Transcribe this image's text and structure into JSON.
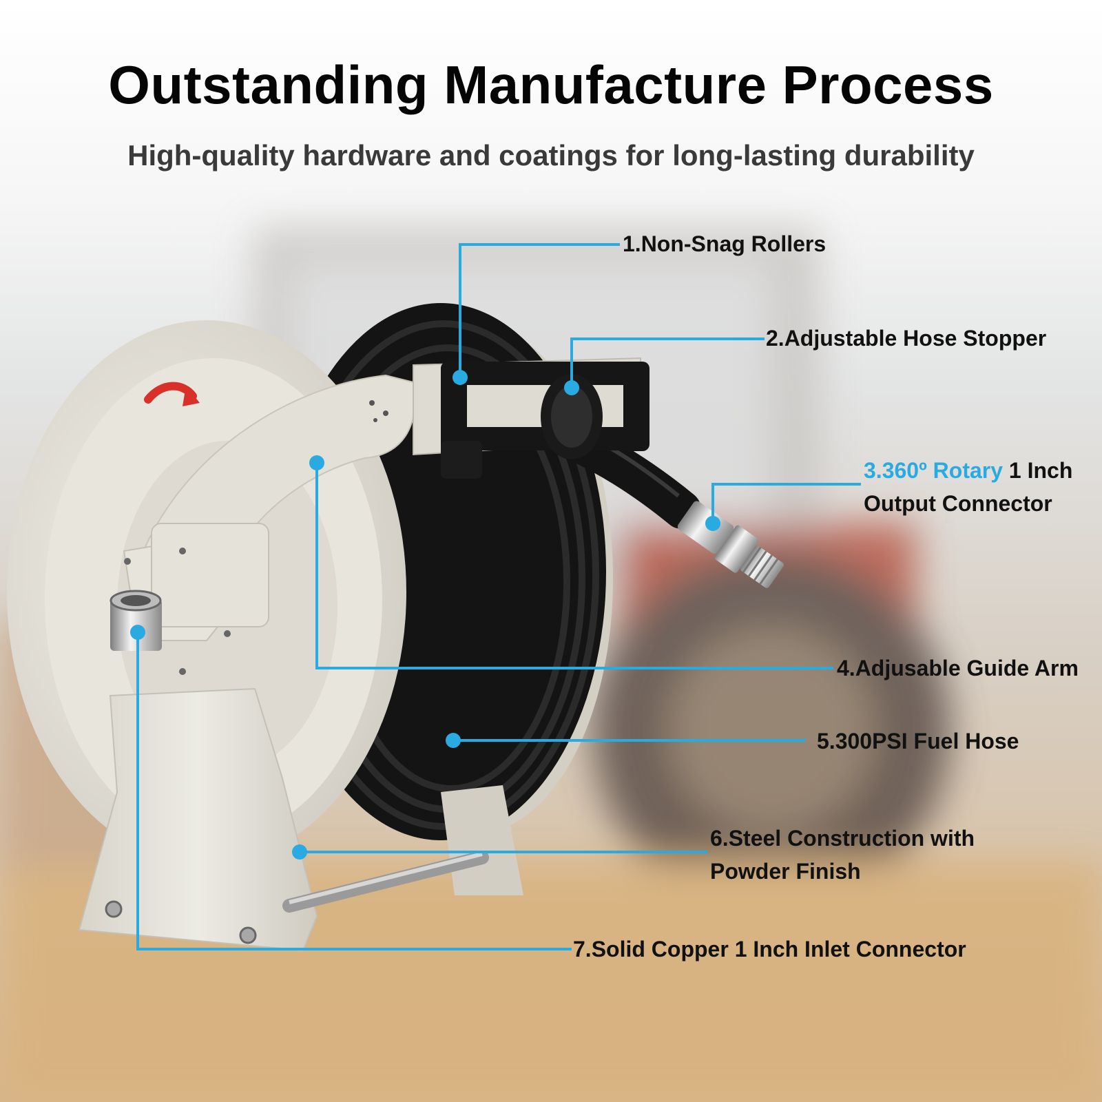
{
  "header": {
    "title": "Outstanding Manufacture Process",
    "subtitle": "High-quality hardware and coatings for long-lasting durability"
  },
  "callouts": {
    "c1": "1.Non-Snag Rollers",
    "c2": "2.Adjustable Hose Stopper",
    "c3_accent": "3.360º Rotary",
    "c3_rest": " 1 Inch",
    "c3_line2": "Output Connector",
    "c4": "4.Adjusable Guide Arm",
    "c5": "5.300PSI Fuel Hose",
    "c6_line1": "6.Steel Construction with",
    "c6_line2": "Powder Finish",
    "c7": "7.Solid Copper 1 Inch Inlet Connector"
  },
  "colors": {
    "accent": "#29abe2",
    "reel_body": "#e4e1d8",
    "hose": "#161616",
    "arrow_red": "#d9302a"
  },
  "icons": {
    "rotation": "curved-arrow-icon"
  }
}
